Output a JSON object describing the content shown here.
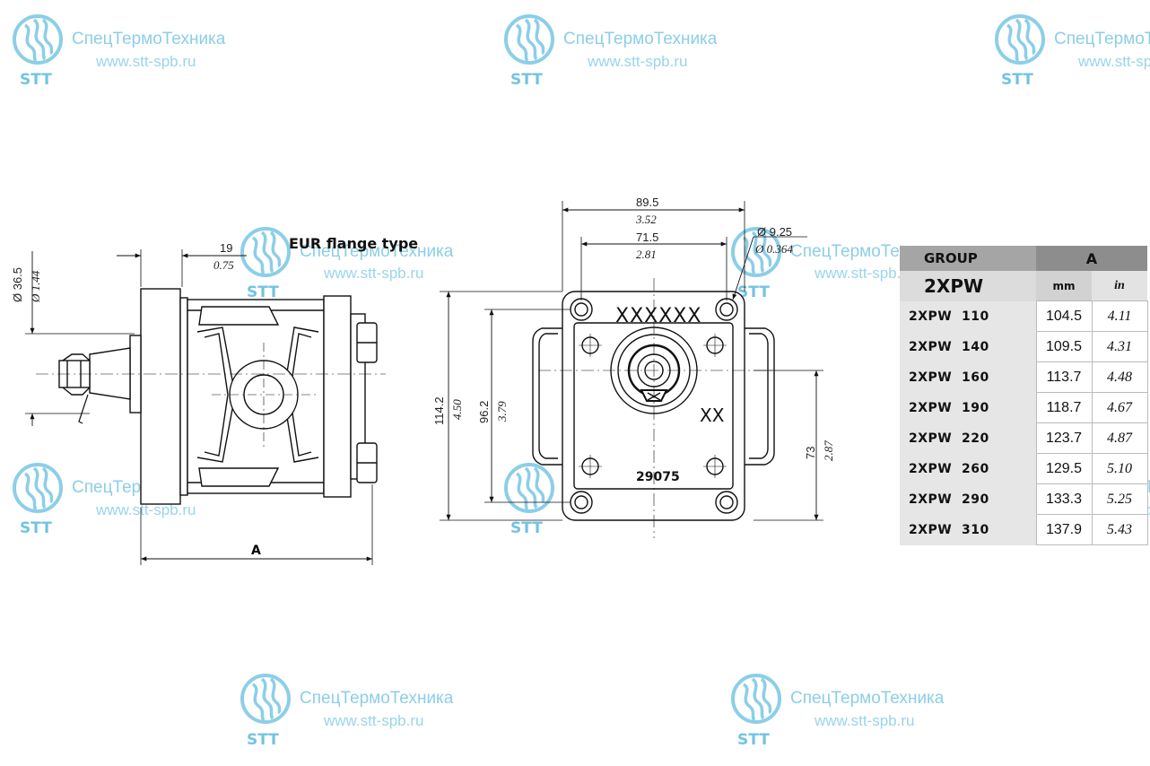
{
  "title": "EUR flange type",
  "watermark": {
    "company": "СпецТермоТехника",
    "url": "www.stt-spb.ru",
    "abbr": "STT",
    "color": "#7fc9e6"
  },
  "side_view": {
    "shaft_diameter_mm": "Ø 36.5",
    "shaft_diameter_in": "Ø 1.44",
    "flange_offset_mm": "19",
    "flange_offset_in": "0.75",
    "length_label": "A"
  },
  "front_view": {
    "width_mm": "89.5",
    "width_in": "3.52",
    "bolt_spacing_mm": "71.5",
    "bolt_spacing_in": "2.81",
    "hole_diameter_mm": "Ø 9.25",
    "hole_diameter_in": "Ø 0.364",
    "height_mm": "114.2",
    "height_in": "4.50",
    "bolt_vertical_mm": "96.2",
    "bolt_vertical_in": "3.79",
    "axis_height_mm": "73",
    "axis_height_in": "2.87",
    "marking_top": "XXXXXX",
    "marking_right": "XX",
    "marking_code": "29075"
  },
  "table": {
    "group_label": "GROUP",
    "group_value": "2XPW",
    "column_a": "A",
    "unit_mm": "mm",
    "unit_in": "in",
    "rows": [
      {
        "model": "2XPW  110",
        "mm": "104.5",
        "in": "4.11"
      },
      {
        "model": "2XPW  140",
        "mm": "109.5",
        "in": "4.31"
      },
      {
        "model": "2XPW  160",
        "mm": "113.7",
        "in": "4.48"
      },
      {
        "model": "2XPW  190",
        "mm": "118.7",
        "in": "4.67"
      },
      {
        "model": "2XPW  220",
        "mm": "123.7",
        "in": "4.87"
      },
      {
        "model": "2XPW  260",
        "mm": "129.5",
        "in": "5.10"
      },
      {
        "model": "2XPW  290",
        "mm": "133.3",
        "in": "5.25"
      },
      {
        "model": "2XPW  310",
        "mm": "137.9",
        "in": "5.43"
      }
    ]
  }
}
